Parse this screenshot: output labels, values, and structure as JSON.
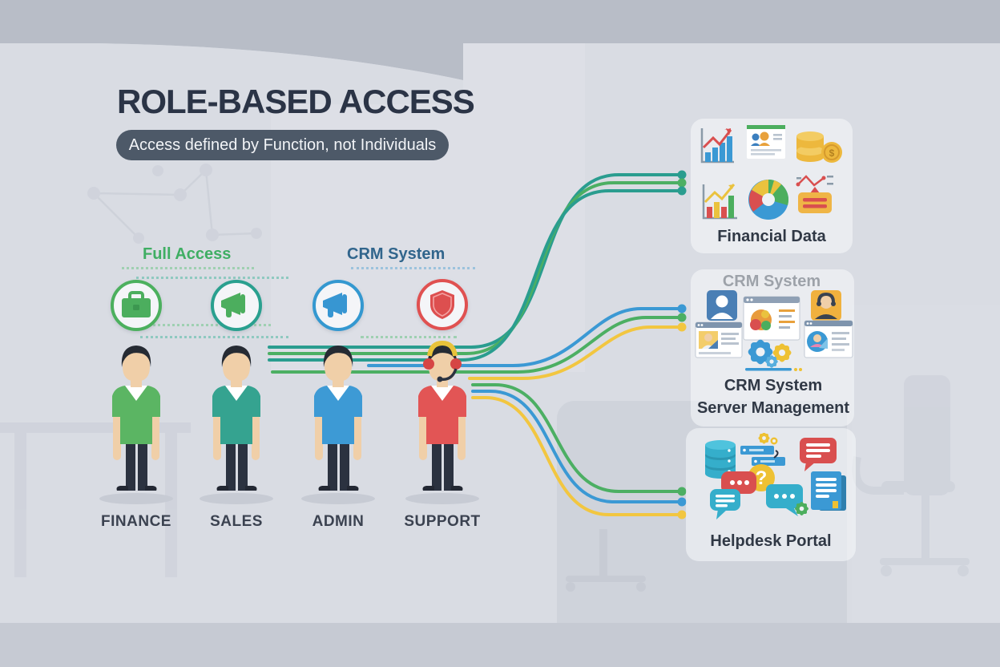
{
  "header": {
    "title": "ROLE-BASED ACCESS",
    "subtitle": "Access defined by Function, not Individuals"
  },
  "access_groups": {
    "full_access": {
      "label": "Full Access",
      "color": "#3fae63"
    },
    "crm_system": {
      "label": "CRM System",
      "color": "#31658c"
    }
  },
  "roles": [
    {
      "label": "FINANCE",
      "shirt_color": "#5bb563",
      "badge_icon": "briefcase-icon",
      "ring_color": "#4cb05e"
    },
    {
      "label": "SALES",
      "shirt_color": "#35a390",
      "badge_icon": "megaphone-icon",
      "ring_color": "#2aa08f"
    },
    {
      "label": "ADMIN",
      "shirt_color": "#3d9ad5",
      "badge_icon": "megaphone-icon",
      "ring_color": "#3498d0"
    },
    {
      "label": "SUPPORT",
      "shirt_color": "#e25555",
      "badge_icon": "shield-icon",
      "ring_color": "#e05151"
    }
  ],
  "resources": {
    "financial": {
      "label": "Financial Data"
    },
    "crm": {
      "label_top": "CRM System",
      "label_mid": "CRM System",
      "label_bottom": "Server Management"
    },
    "helpdesk": {
      "label": "Helpdesk Portal"
    }
  },
  "connections": {
    "line_colors": {
      "teal": "#2a9d8f",
      "green": "#4caf63",
      "blue": "#3b99d4",
      "yellow": "#f2c640"
    },
    "bundles": [
      {
        "to": "Financial Data",
        "colors": [
          "teal",
          "green",
          "teal"
        ]
      },
      {
        "to": "CRM System / Server Management",
        "colors": [
          "blue",
          "green",
          "yellow"
        ]
      },
      {
        "to": "Helpdesk Portal",
        "colors": [
          "green",
          "blue",
          "yellow"
        ]
      }
    ]
  }
}
